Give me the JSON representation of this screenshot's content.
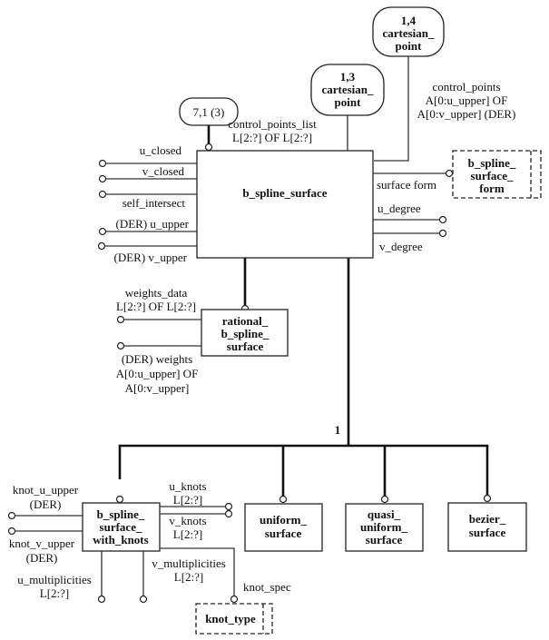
{
  "diagram": {
    "type": "EXPRESS-G schema diagram",
    "entities": {
      "b_spline_surface": "b_spline_surface",
      "rational": [
        "rational_",
        "b_spline_",
        "surface"
      ],
      "with_knots": [
        "b_spline_",
        "surface_",
        "with_knots"
      ],
      "uniform": [
        "uniform_",
        "surface"
      ],
      "quasi_uniform": [
        "quasi_",
        "uniform_",
        "surface"
      ],
      "bezier": [
        "bezier_",
        "surface"
      ]
    },
    "types": {
      "surface_form": [
        "b_spline_",
        "surface_",
        "form"
      ],
      "knot_type": "knot_type"
    },
    "page_refs": {
      "ref_7_1": "7,1 (3)",
      "cp13": [
        "1,3",
        "cartesian_",
        "point"
      ],
      "cp14": [
        "1,4",
        "cartesian_",
        "point"
      ]
    },
    "attributes": {
      "control_points_list": [
        "control_points_list",
        "L[2:?] OF L[2:?]"
      ],
      "control_points": [
        "control_points",
        "A[0:u_upper] OF",
        "A[0:v_upper] (DER)"
      ],
      "u_closed": "u_closed",
      "v_closed": "v_closed",
      "self_intersect": "self_intersect",
      "u_upper": "(DER) u_upper",
      "v_upper": "(DER) v_upper",
      "surface_form": "surface  form",
      "u_degree": "u_degree",
      "v_degree": "v_degree",
      "weights_data": [
        "weights_data",
        "L[2:?] OF L[2:?]"
      ],
      "weights": [
        "(DER) weights",
        "A[0:u_upper] OF",
        "A[0:v_upper]"
      ],
      "knot_u_upper": [
        "knot_u_upper",
        "(DER)"
      ],
      "knot_v_upper": [
        "knot_v_upper",
        "(DER)"
      ],
      "u_knots": [
        "u_knots",
        "L[2:?]"
      ],
      "v_knots": [
        "v_knots",
        "L[2:?]"
      ],
      "u_multiplicities": [
        "u_multiplicities",
        "L[2:?]"
      ],
      "v_multiplicities": [
        "v_multiplicities",
        "L[2:?]"
      ],
      "knot_spec": "knot_spec"
    },
    "oneof_label": "1"
  }
}
